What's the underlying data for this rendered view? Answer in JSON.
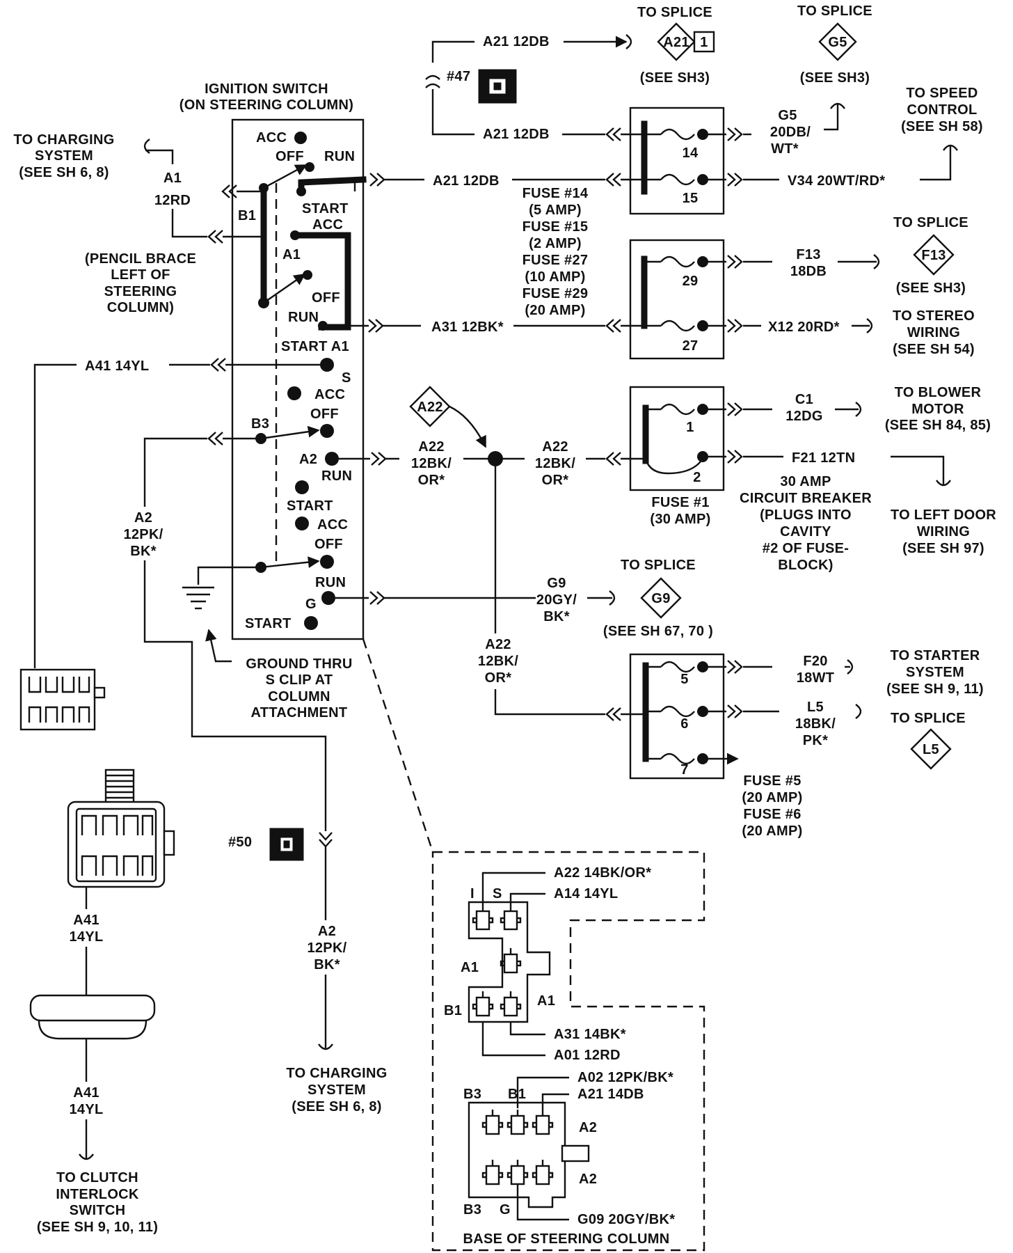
{
  "colors": {
    "ink": "#111111",
    "paper": "#ffffff"
  },
  "labels": {
    "ign_title_1": "IGNITION SWITCH",
    "ign_title_2": "(ON STEERING COLUMN)",
    "charging_1": "TO CHARGING",
    "charging_2": "SYSTEM",
    "charging_3": "(SEE SH 6, 8)",
    "a1_12rd_1": "A1",
    "a1_12rd_2": "12RD",
    "b1": "B1",
    "pencil_1": "(PENCIL BRACE",
    "pencil_2": "LEFT OF",
    "pencil_3": "STEERING",
    "pencil_4": "COLUMN)",
    "sw1_acc": "ACC",
    "sw1_off": "OFF",
    "sw1_run": "RUN",
    "sw1_start": "START",
    "sw2_acc": "ACC",
    "sw2_a1": "A1",
    "sw2_off": "OFF",
    "sw2_run": "RUN",
    "sw2_start_a1": "START A1",
    "sw3_s": "S",
    "sw3_acc": "ACC",
    "b3": "B3",
    "sw4_off": "OFF",
    "sw4_a2": "A2",
    "sw4_run": "RUN",
    "sw4_start": "START",
    "sw5_acc": "ACC",
    "sw5_off": "OFF",
    "sw5_run": "RUN",
    "sw5_g": "G",
    "sw5_start": "START",
    "a41_14yl": "A41 14YL",
    "a2_1": "A2",
    "a2_2": "12PK/",
    "a2_3": "BK*",
    "gnd_1": "GROUND THRU",
    "gnd_2": "S CLIP AT",
    "gnd_3": "COLUMN",
    "gnd_4": "ATTACHMENT",
    "c47": "#47",
    "a21_top": "A21 12DB",
    "splice_a21_1": "TO SPLICE",
    "splice_a21_d": "A21",
    "splice_a21_n": "1",
    "splice_a21_2": "(SEE SH3)",
    "splice_g5_1": "TO SPLICE",
    "splice_g5_d": "G5",
    "splice_g5_2": "(SEE SH3)",
    "a21_mid": "A21 12DB",
    "a21_sw": "A21 12DB",
    "fuse14": "14",
    "fuse15": "15",
    "g5_1": "G5",
    "g5_2": "20DB/",
    "g5_3": "WT*",
    "speed_1": "TO SPEED",
    "speed_2": "CONTROL",
    "speed_3": "(SEE SH 58)",
    "v34": "V34 20WT/RD*",
    "fusenote_1": "FUSE #14",
    "fusenote_2": "(5 AMP)",
    "fusenote_3": "FUSE #15",
    "fusenote_4": "(2 AMP)",
    "fusenote_5": "FUSE #27",
    "fusenote_6": "(10 AMP)",
    "fusenote_7": "FUSE #29",
    "fusenote_8": "(20 AMP)",
    "fuse29": "29",
    "fuse27": "27",
    "f13_1": "F13",
    "f13_2": "18DB",
    "splice_f13_1": "TO SPLICE",
    "splice_f13_d": "F13",
    "splice_f13_2": "(SEE SH3)",
    "a31": "A31 12BK*",
    "x12": "X12 20RD*",
    "stereo_1": "TO STEREO",
    "stereo_2": "WIRING",
    "stereo_3": "(SEE SH 54)",
    "a22_diamond": "A22",
    "a22_l_1": "A22",
    "a22_l_2": "12BK/",
    "a22_l_3": "OR*",
    "a22_r_1": "A22",
    "a22_r_2": "12BK/",
    "a22_r_3": "OR*",
    "fuse1_1": "1",
    "fuse1_2": "2",
    "fuse1_note_1": "FUSE #1",
    "fuse1_note_2": "(30 AMP)",
    "c1_1": "C1",
    "c1_2": "12DG",
    "blower_1": "TO BLOWER",
    "blower_2": "MOTOR",
    "blower_3": "(SEE SH 84, 85)",
    "f21": "F21 12TN",
    "cb_1": "30 AMP",
    "cb_2": "CIRCUIT BREAKER",
    "cb_3": "(PLUGS INTO",
    "cb_4": "CAVITY",
    "cb_5": "#2 OF FUSE-",
    "cb_6": "BLOCK)",
    "door_1": "TO LEFT DOOR",
    "door_2": "WIRING",
    "door_3": "(SEE SH 97)",
    "splice_g9_1": "TO SPLICE",
    "g9_1": "G9",
    "g9_2": "20GY/",
    "g9_3": "BK*",
    "splice_g9_d": "G9",
    "splice_g9_2": "(SEE SH 67, 70 )",
    "a22_v_1": "A22",
    "a22_v_2": "12BK/",
    "a22_v_3": "OR*",
    "fuse5": "5",
    "fuse6": "6",
    "fuse7": "7",
    "f20_1": "F20",
    "f20_2": "18WT",
    "starter_1": "TO STARTER",
    "starter_2": "SYSTEM",
    "starter_3": "(SEE SH 9, 11)",
    "l5_1": "L5",
    "l5_2": "18BK/",
    "l5_3": "PK*",
    "splice_l5_1": "TO SPLICE",
    "splice_l5_d": "L5",
    "fuse56_1": "FUSE #5",
    "fuse56_2": "(20 AMP)",
    "fuse56_3": "FUSE #6",
    "fuse56_4": "(20 AMP)",
    "c50": "#50",
    "a41_1": "A41",
    "a41_2": "14YL",
    "a41b_1": "A41",
    "a41b_2": "14YL",
    "clutch_1": "TO CLUTCH",
    "clutch_2": "INTERLOCK",
    "clutch_3": "SWITCH",
    "clutch_4": "(SEE SH 9, 10, 11)",
    "a2b_1": "A2",
    "a2b_2": "12PK/",
    "a2b_3": "BK*",
    "charging_b_1": "TO CHARGING",
    "charging_b_2": "SYSTEM",
    "charging_b_3": "(SEE SH 6, 8)",
    "base_a22": "A22 14BK/OR*",
    "base_i": "I",
    "base_s": "S",
    "base_a14": "A14 14YL",
    "base_a1_l": "A1",
    "base_b1": "B1",
    "base_a1_r": "A1",
    "base_a31": "A31 14BK*",
    "base_a01": "A01 12RD",
    "base_a02": "A02 12PK/BK*",
    "base_b3": "B3",
    "base_b1b": "B1",
    "base_a21": "A21 14DB",
    "base_a2_t": "A2",
    "base_a2_b": "A2",
    "base_b3b": "B3",
    "base_g": "G",
    "base_g09": "G09 20GY/BK*",
    "base_title": "BASE OF STEERING COLUMN"
  }
}
